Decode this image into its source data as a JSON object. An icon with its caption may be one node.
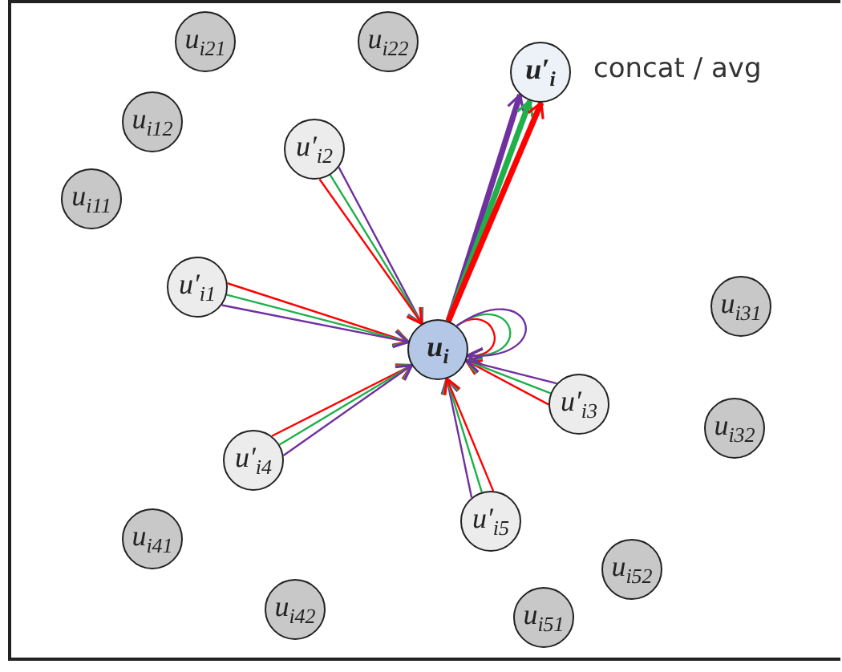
{
  "diagram": {
    "nodes": [
      {
        "text": [
          "u$_{i21}$"
        ]
      },
      {
        "text": [
          "u$_{i22}$"
        ]
      },
      {
        "text": [
          "u′$_{i}$"
        ],
        "beside": [
          "concat / avg"
        ]
      },
      {
        "text": [
          "u$_{i12}$"
        ]
      },
      {
        "text": [
          "u′$_{i2}$"
        ]
      },
      {
        "text": [
          "u$_{i11}$"
        ]
      },
      {
        "text": [
          "u′$_{i1}$"
        ]
      },
      {
        "text": [
          "u$_{i31}$"
        ]
      },
      {
        "text": [
          "u$_{i}$"
        ]
      },
      {
        "text": [
          "u′$_{i3}$"
        ]
      },
      {
        "text": [
          "u$_{i32}$"
        ]
      },
      {
        "text": [
          "u′$_{i4}$"
        ]
      },
      {
        "text": [
          "u$_{i41}$"
        ]
      },
      {
        "text": [
          "u′$_{i5}$"
        ]
      },
      {
        "text": [
          "u$_{i52}$"
        ]
      },
      {
        "text": [
          "u$_{i42}$"
        ]
      },
      {
        "text": [
          "u$_{i51}$"
        ]
      }
    ],
    "edges": [
      {
        "from": 6,
        "to": 8,
        "arrow": "to",
        "color": "#ff0000"
      },
      {
        "from": 6,
        "to": 8,
        "arrow": "to",
        "color": "#1fb04a"
      },
      {
        "from": 6,
        "to": 8,
        "arrow": "to",
        "color": "#7030a0"
      },
      {
        "from": 4,
        "to": 8,
        "arrow": "to",
        "color": "#7030a0"
      },
      {
        "from": 4,
        "to": 8,
        "arrow": "to",
        "color": "#1fb04a"
      },
      {
        "from": 4,
        "to": 8,
        "arrow": "to",
        "color": "#ff0000"
      },
      {
        "from": 9,
        "to": 8,
        "arrow": "to",
        "color": "#ff0000"
      },
      {
        "from": 9,
        "to": 8,
        "arrow": "to",
        "color": "#1fb04a"
      },
      {
        "from": 9,
        "to": 8,
        "arrow": "to",
        "color": "#7030a0"
      },
      {
        "from": 11,
        "to": 8,
        "arrow": "to",
        "color": "#ff0000"
      },
      {
        "from": 11,
        "to": 8,
        "arrow": "to",
        "color": "#1fb04a"
      },
      {
        "from": 11,
        "to": 8,
        "arrow": "to",
        "color": "#7030a0"
      },
      {
        "from": 13,
        "to": 8,
        "arrow": "to",
        "color": "#7030a0"
      },
      {
        "from": 13,
        "to": 8,
        "arrow": "to",
        "color": "#1fb04a"
      },
      {
        "from": 13,
        "to": 8,
        "arrow": "to",
        "color": "#ff0000"
      },
      {
        "from": 8,
        "to": 8,
        "arrow": "to",
        "color": "#ff0000"
      },
      {
        "from": 8,
        "to": 8,
        "arrow": "to",
        "color": "#1fb04a"
      },
      {
        "from": 8,
        "to": 8,
        "arrow": "to",
        "color": "#7030a0"
      },
      {
        "from": 8,
        "to": 2,
        "arrow": "to",
        "color": "#7030a0",
        "style": "thick"
      },
      {
        "from": 8,
        "to": 2,
        "arrow": "to",
        "color": "#1fb04a",
        "style": "thick"
      },
      {
        "from": 8,
        "to": 2,
        "arrow": "to",
        "color": "#ff0000",
        "style": "thick"
      }
    ]
  }
}
